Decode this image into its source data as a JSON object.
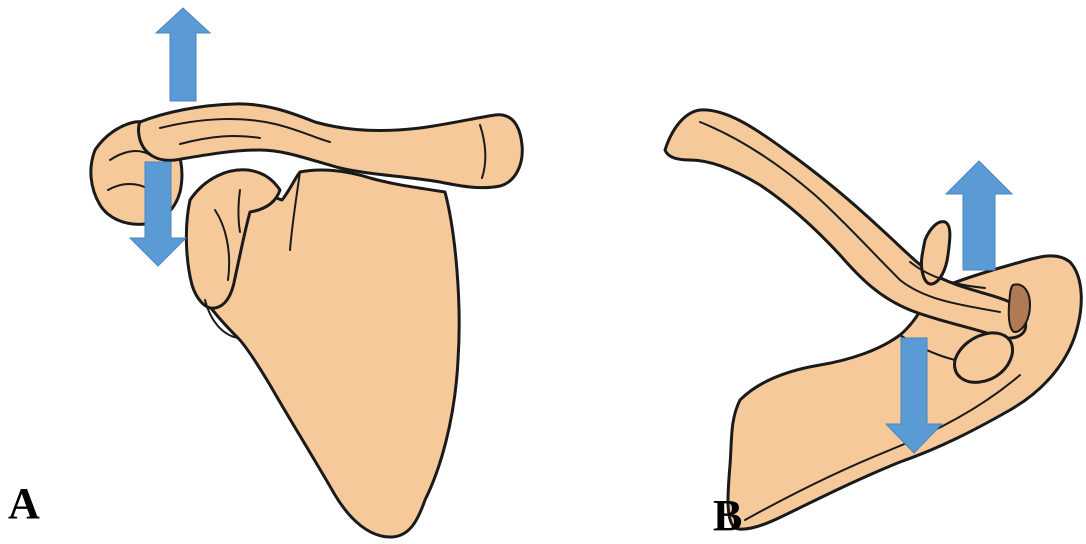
{
  "figure": {
    "panels": [
      {
        "id": "A",
        "label": "A"
      },
      {
        "id": "B",
        "label": "B"
      }
    ],
    "colors": {
      "bone_fill": "#F5C99A",
      "bone_shade": "#EDBE8C",
      "outline": "#1a1a1a",
      "arrow_fill": "#5B9BD5",
      "arrow_stroke": "#4A86BF",
      "joint_fill": "#B07A55",
      "background": "#ffffff"
    },
    "arrows": [
      {
        "panel": "A",
        "direction": "up"
      },
      {
        "panel": "A",
        "direction": "down"
      },
      {
        "panel": "B",
        "direction": "up"
      },
      {
        "panel": "B",
        "direction": "down"
      }
    ]
  }
}
